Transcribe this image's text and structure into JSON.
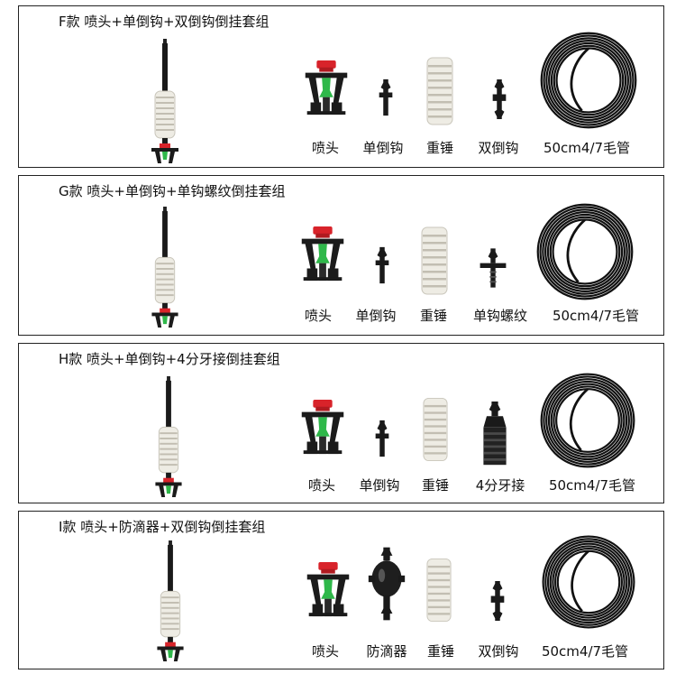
{
  "panels": [
    {
      "title": "F款 喷头+单倒钩+双倒钩倒挂套组",
      "labels": [
        "喷头",
        "单倒钩",
        "重锤",
        "双倒钩",
        "50cm4/7毛管"
      ]
    },
    {
      "title": "G款 喷头+单倒钩+单钩螺纹倒挂套组",
      "labels": [
        "喷头",
        "单倒钩",
        "重锤",
        "单钩螺纹",
        "50cm4/7毛管"
      ]
    },
    {
      "title": "H款 喷头+单倒钩+4分牙接倒挂套组",
      "labels": [
        "喷头",
        "单倒钩",
        "重锤",
        "4分牙接",
        "50cm4/7毛管"
      ]
    },
    {
      "title": "I款 喷头+防滴器+双倒钩倒挂套组",
      "labels": [
        "喷头",
        "防滴器",
        "重锤",
        "双倒钩",
        "50cm4/7毛管"
      ]
    }
  ],
  "colors": {
    "border": "#222222",
    "nozzle_red": "#d8232a",
    "nozzle_green": "#2fb84a",
    "tube": "#111111",
    "weight": "#e9e7df"
  }
}
